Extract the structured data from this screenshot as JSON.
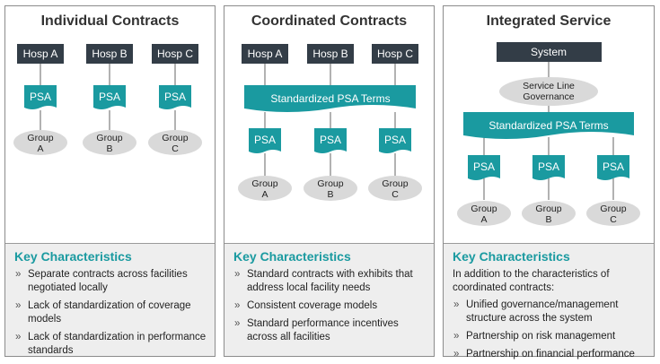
{
  "panels": [
    {
      "title": "Individual Contracts",
      "hospitals": [
        "Hosp A",
        "Hosp B",
        "Hosp C"
      ],
      "psa_label": "PSA",
      "groups": [
        [
          "Group",
          "A"
        ],
        [
          "Group",
          "B"
        ],
        [
          "Group",
          "C"
        ]
      ],
      "key_title": "Key Characteristics",
      "bullets": [
        [
          "Separate contracts across facilities",
          "negotiated locally"
        ],
        [
          "Lack of standardization of coverage",
          "models"
        ],
        [
          "Lack of standardization in performance",
          "standards"
        ]
      ]
    },
    {
      "title": "Coordinated Contracts",
      "hospitals": [
        "Hosp A",
        "Hosp B",
        "Hosp C"
      ],
      "terms_label": "Standardized PSA Terms",
      "psa_label": "PSA",
      "groups": [
        [
          "Group",
          "A"
        ],
        [
          "Group",
          "B"
        ],
        [
          "Group",
          "C"
        ]
      ],
      "key_title": "Key Characteristics",
      "bullets": [
        [
          "Standard contracts with exhibits that",
          "address local facility needs"
        ],
        [
          "Consistent coverage models"
        ],
        [
          "Standard performance incentives",
          "across all facilities"
        ]
      ]
    },
    {
      "title": "Integrated Service",
      "system_label": "System",
      "governance": [
        "Service Line",
        "Governance"
      ],
      "terms_label": "Standardized PSA Terms",
      "psa_label": "PSA",
      "groups": [
        [
          "Group",
          "A"
        ],
        [
          "Group",
          "B"
        ],
        [
          "Group",
          "C"
        ]
      ],
      "key_title": "Key Characteristics",
      "intro": [
        "In addition to the characteristics of",
        "coordinated contracts:"
      ],
      "bullets": [
        [
          "Unified governance/management",
          "structure across the system"
        ],
        [
          "Partnership on risk management"
        ],
        [
          "Partnership on financial performance"
        ]
      ]
    }
  ],
  "colors": {
    "dark": "#333d47",
    "teal": "#1a9aa0",
    "ellipse": "#d9d9d9",
    "accent": "#1a9aa0"
  }
}
